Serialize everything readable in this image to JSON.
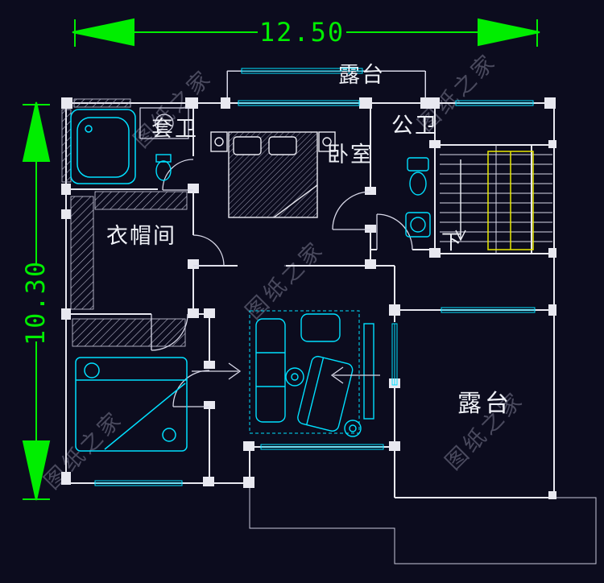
{
  "colors": {
    "background": "#0c0c1e",
    "dimension_green": "#00ee00",
    "wall_white": "#e8e8f0",
    "fixture_cyan": "#00e0ff",
    "stair_yellow": "#e8e800",
    "watermark_gray": "#9696ac",
    "label_white": "#eef0f6"
  },
  "dimensions": {
    "horizontal": "12.50",
    "vertical": "10.30"
  },
  "rooms": {
    "terrace_top": "露台",
    "ensuite_bath": "套卫",
    "public_bath": "公卫",
    "bedroom": "卧室",
    "cloakroom": "衣帽间",
    "stair_direction": "下",
    "terrace_bottom": "露台"
  },
  "watermark": {
    "text": "图纸之家"
  }
}
